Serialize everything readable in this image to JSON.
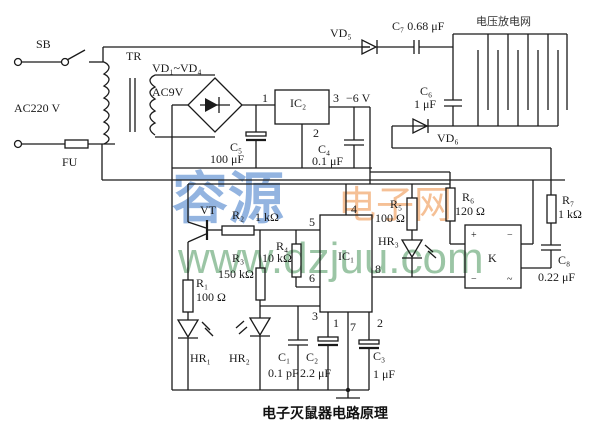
{
  "title": "电子灭鼠器电路原理",
  "watermark": {
    "brand_cn": "容源",
    "brand_sub": "电子网",
    "url": "www.dzjuu.com",
    "colors": {
      "blue": "#6f9bd6",
      "orange": "#f2a66a",
      "green": "#5aa06a"
    }
  },
  "power": {
    "switch": "SB",
    "input": "AC220 V",
    "fuse": "FU",
    "transformer": "TR",
    "secondary": "AC9V",
    "bridge": "VD₁~VD₄"
  },
  "regulator": {
    "name": "IC₂",
    "pin1": "1",
    "pin2": "2",
    "pin3": "3",
    "output": "6 V"
  },
  "hv": {
    "diode5": "VD₅",
    "c7": "C₇ 0.68 μF",
    "grid": "电压放电网",
    "c6_name": "C₆",
    "c6_val": "1 μF",
    "diode6": "VD₆"
  },
  "components": {
    "C5": {
      "name": "C₅",
      "value": "100 μF"
    },
    "C4": {
      "name": "C₄",
      "value": "0.1 μF"
    },
    "VT": {
      "name": "VT"
    },
    "R2": {
      "name": "R₂",
      "value": "1 kΩ"
    },
    "R3": {
      "name": "R₃",
      "value": "150 kΩ"
    },
    "R4": {
      "name": "R₄",
      "value": "10 kΩ"
    },
    "R1": {
      "name": "R₁",
      "value": "100 Ω"
    },
    "R5": {
      "name": "R₅",
      "value": "100 Ω"
    },
    "R6": {
      "name": "R₆",
      "value": "120 Ω"
    },
    "R7": {
      "name": "R₇",
      "value": "1 kΩ"
    },
    "C8": {
      "name": "C₈",
      "value": "0.22 μF"
    },
    "C1": {
      "name": "C₁",
      "value": "0.1 pF"
    },
    "C2": {
      "name": "C₂",
      "value": "2.2 μF"
    },
    "C3": {
      "name": "C₃",
      "value": "1 μF"
    },
    "HR1": "HR₁",
    "HR2": "HR₂",
    "HR3": "HR₃",
    "IC1": "IC₁",
    "K": "K"
  },
  "ic1_pins": {
    "p4": "4",
    "p5": "5",
    "p6": "6",
    "p8": "8",
    "p3": "3",
    "p1": "1",
    "p7": "7",
    "p2": "2"
  },
  "relay_marks": {
    "plus": "+",
    "minus_tl": "−",
    "minus_bl": "−",
    "tilde": "~"
  }
}
